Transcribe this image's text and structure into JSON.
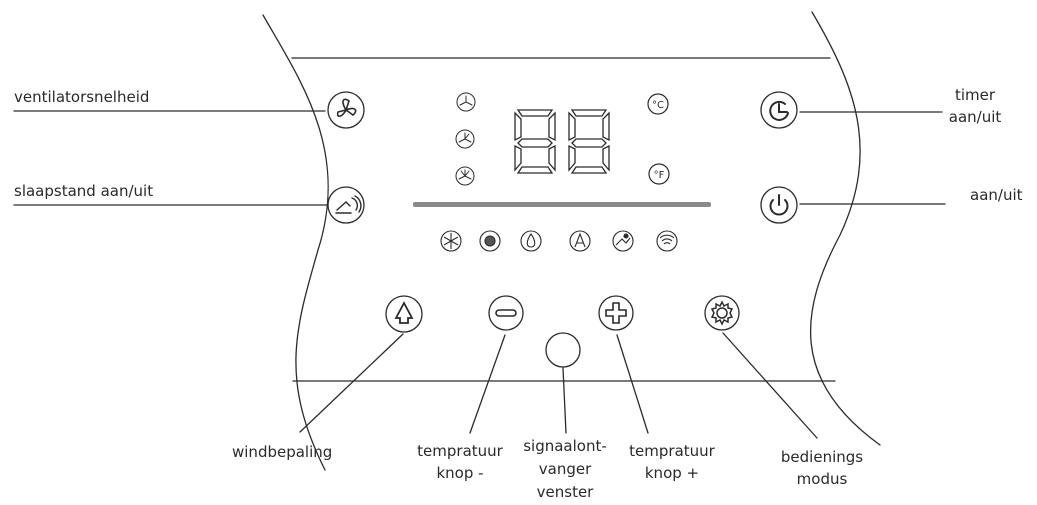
{
  "labels": {
    "fan_speed": "ventilatorsnelheid",
    "sleep_mode": "slaapstand aan/uit",
    "timer_line1": "timer",
    "timer_line2": "aan/uit",
    "power": "aan/uit",
    "wind_direction": "windbepaling",
    "temp_down_line1": "tempratuur",
    "temp_down_line2": "knop -",
    "receiver_line1": "signaalont-",
    "receiver_line2": "vanger",
    "receiver_line3": "venster",
    "temp_up_line1": "tempratuur",
    "temp_up_line2": "knop +",
    "mode_line1": "bedienings",
    "mode_line2": "modus"
  },
  "display": {
    "digits": "88",
    "celsius_symbol": "°C",
    "fahrenheit_symbol": "°F"
  },
  "icons": {
    "buttons": [
      "fan-icon",
      "sleep-icon",
      "timer-icon",
      "power-icon",
      "wind-direction-icon",
      "minus-icon",
      "plus-icon",
      "mode-gear-icon"
    ],
    "fan_speed_indicators": [
      "fan-speed-low-icon",
      "fan-speed-medium-icon",
      "fan-speed-high-icon"
    ],
    "mode_indicators": [
      "cool-mode-icon",
      "heat-mode-icon",
      "dry-mode-icon",
      "auto-mode-icon",
      "sleep-mode-icon",
      "wifi-mode-icon"
    ]
  },
  "colors": {
    "line": "#2b2b2b",
    "indicator_bar": "#888888"
  }
}
